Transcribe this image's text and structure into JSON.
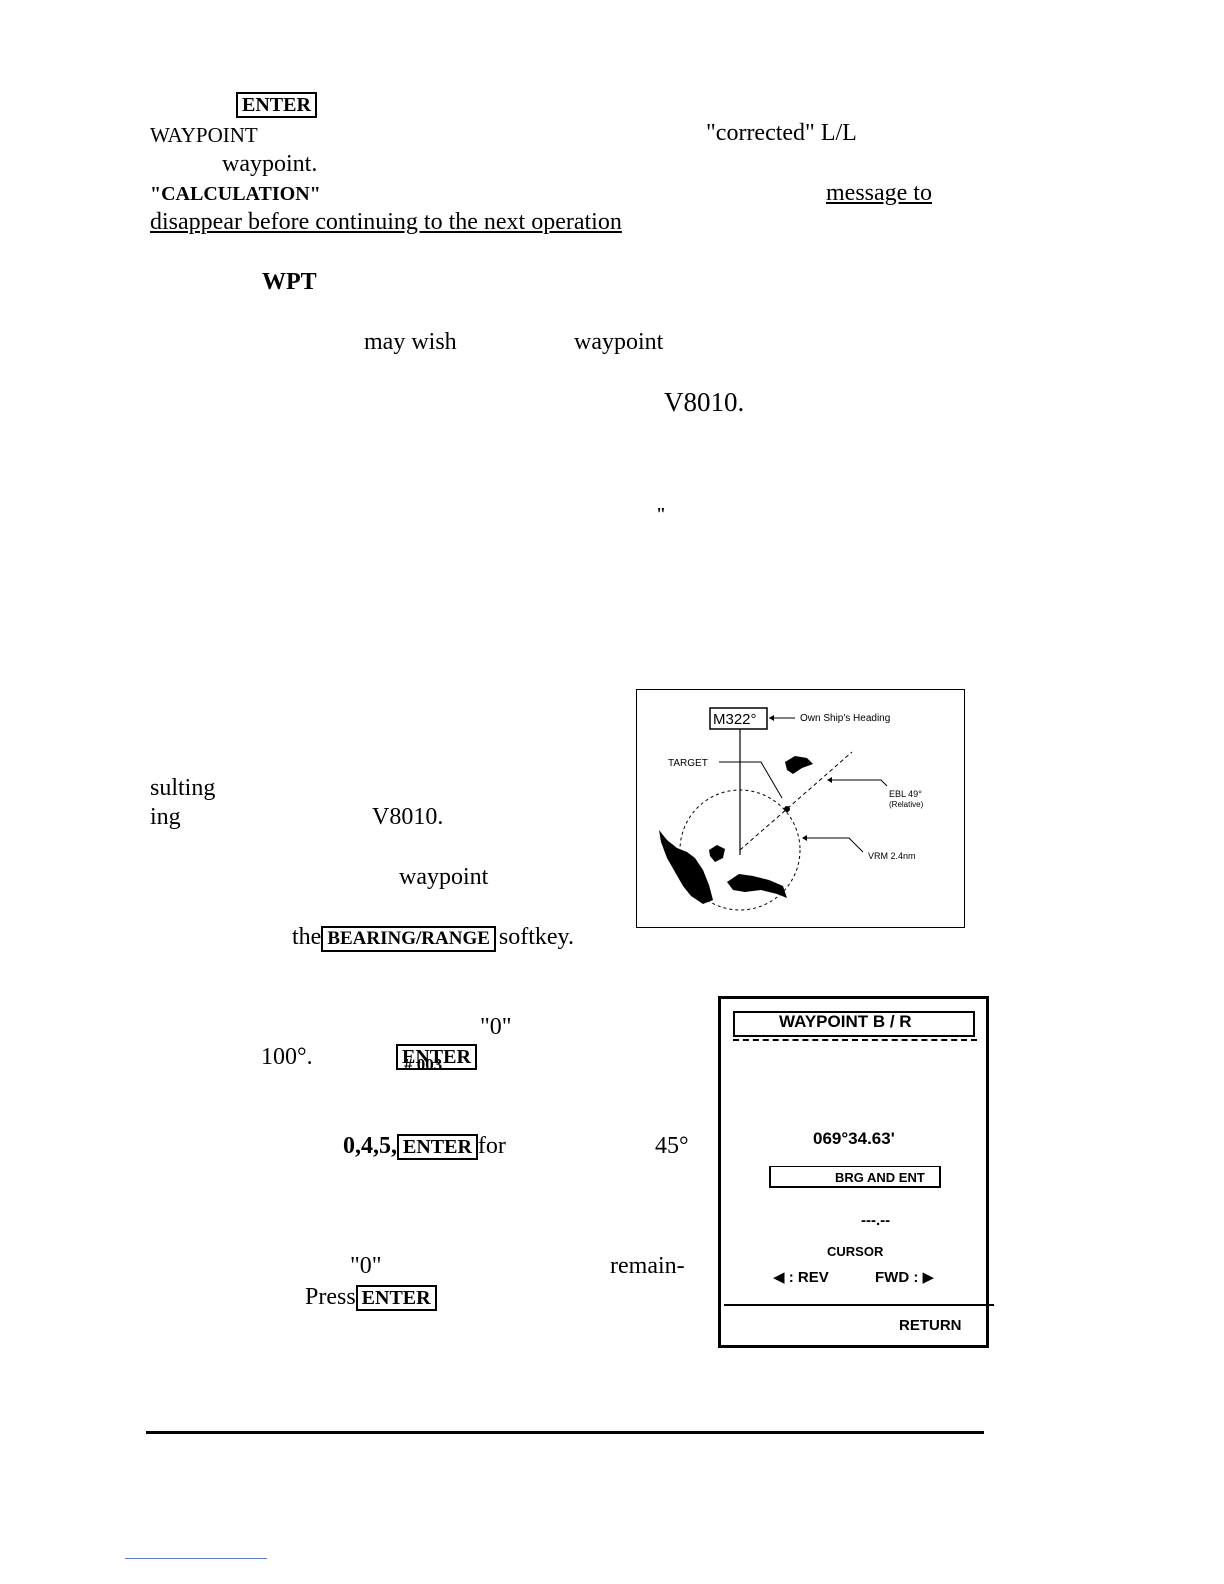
{
  "text": {
    "enter_key_1": "ENTER",
    "waypoint_label": "WAYPOINT",
    "corrected_ll": "\"corrected\" L/L",
    "waypoint_word_1": "waypoint.",
    "calculation": "\"CALCULATION\"",
    "message_to": "message to",
    "disappear_line": "disappear before continuing to the next operation",
    "wpt": "WPT",
    "may_wish": "may wish",
    "waypoint_word_2": "waypoint",
    "v8010_1": "V8010.",
    "quote_mark": "\"",
    "sulting": "sulting",
    "ing": "ing",
    "v8010_2": "V8010.",
    "waypoint_word_3": "waypoint",
    "the": "the",
    "bearing_range_key": "BEARING/RANGE",
    "softkey": "softkey.",
    "zero_quote_1": "\"0\"",
    "hundred_deg": "100°.",
    "enter_key_2": "ENTER",
    "num_003": "# 003",
    "zero_four_five": "0,4,5,",
    "enter_key_3": "ENTER",
    "for_word": "for",
    "forty_five": "45°",
    "zero_quote_2": "\"0\"",
    "remain": "remain-",
    "press": "Press",
    "enter_key_4": "ENTER"
  },
  "figure": {
    "heading_box": "M322°",
    "heading_note": "Own Ship's Heading",
    "target": "TARGET",
    "ebl": "EBL 49°",
    "ebl_rel": "(Relative)",
    "vrm": "VRM 2.4nm"
  },
  "lcd": {
    "title": "WAYPOINT B / R",
    "longitude": "069°34.63'",
    "prompt": "BRG AND ENT",
    "dashes": "---.--",
    "cursor": "CURSOR",
    "rev": "◀ : REV",
    "fwd": "FWD : ▶",
    "return": "RETURN"
  }
}
